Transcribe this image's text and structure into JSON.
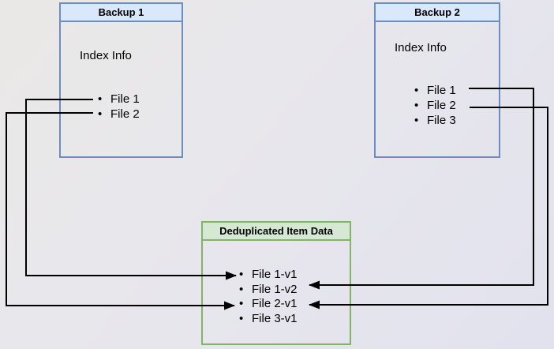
{
  "colors": {
    "backup_border": "#6c8ebf",
    "backup_header_fill": "#dae8fc",
    "dedup_border": "#82b366",
    "dedup_header_fill": "#d5e8d4",
    "arrow_color": "#000000"
  },
  "backup1": {
    "title": "Backup 1",
    "subtitle": "Index Info",
    "files": [
      "File 1",
      "File 2"
    ]
  },
  "backup2": {
    "title": "Backup 2",
    "subtitle": "Index Info",
    "files": [
      "File 1",
      "File 2",
      "File 3"
    ]
  },
  "dedup": {
    "title": "Deduplicated Item Data",
    "items": [
      "File 1-v1",
      "File 1-v2",
      "File 2-v1",
      "File 3-v1"
    ]
  },
  "connections": [
    {
      "from": "Backup 1 / File 1",
      "to": "File 1-v1"
    },
    {
      "from": "Backup 1 / File 2",
      "to": "File 2-v1"
    },
    {
      "from": "Backup 2 / File 1",
      "to": "File 1-v2"
    },
    {
      "from": "Backup 2 / File 2",
      "to": "File 2-v1"
    }
  ]
}
